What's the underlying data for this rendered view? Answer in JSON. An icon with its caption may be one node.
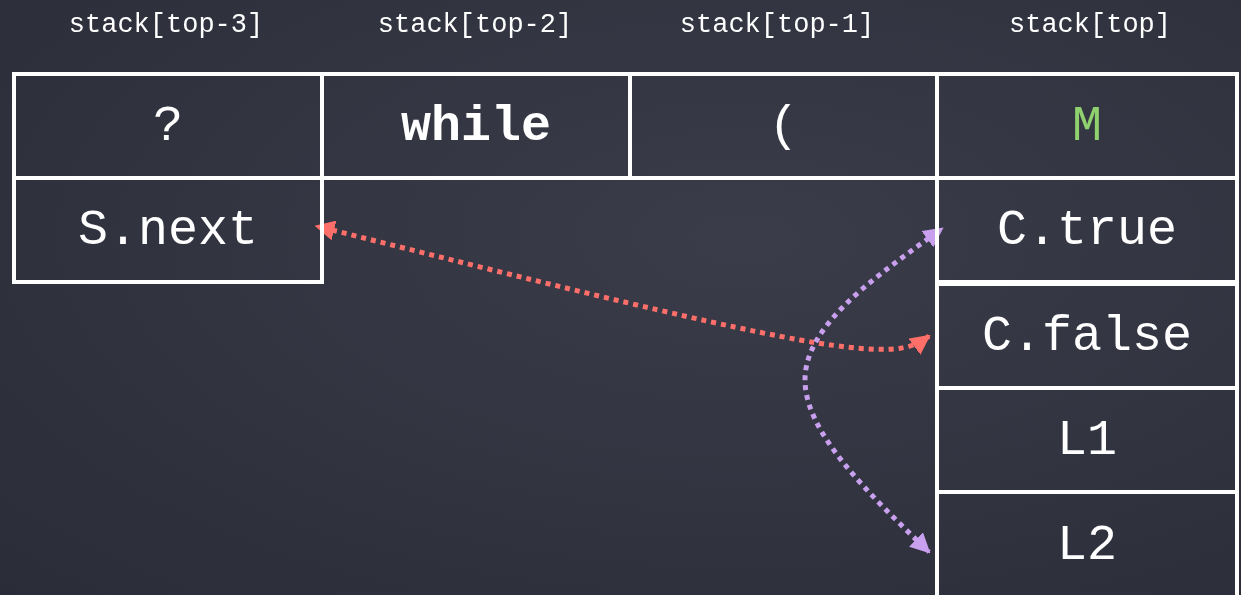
{
  "diagram": {
    "nodes": [
      {
        "text": [
          "?"
        ]
      },
      {
        "text": [
          "while"
        ]
      },
      {
        "text": [
          "("
        ]
      },
      {
        "text": [
          "M"
        ]
      },
      {
        "text": [
          "S.next"
        ]
      },
      {
        "text": [
          "C.true"
        ]
      },
      {
        "text": [
          "C.false"
        ]
      },
      {
        "text": [
          "L1"
        ]
      },
      {
        "text": [
          "L2"
        ]
      }
    ],
    "edges": [
      {
        "from": 4,
        "to": 6,
        "arrow": "both",
        "style": "dashed",
        "color": "#ff6f6a"
      },
      {
        "from": 5,
        "to": 8,
        "arrow": "both",
        "style": "dashed",
        "color": "#c9a0ee"
      }
    ],
    "labels": [
      "stack[top-3]",
      "stack[top-2]",
      "stack[top-1]",
      "stack[top]"
    ]
  }
}
